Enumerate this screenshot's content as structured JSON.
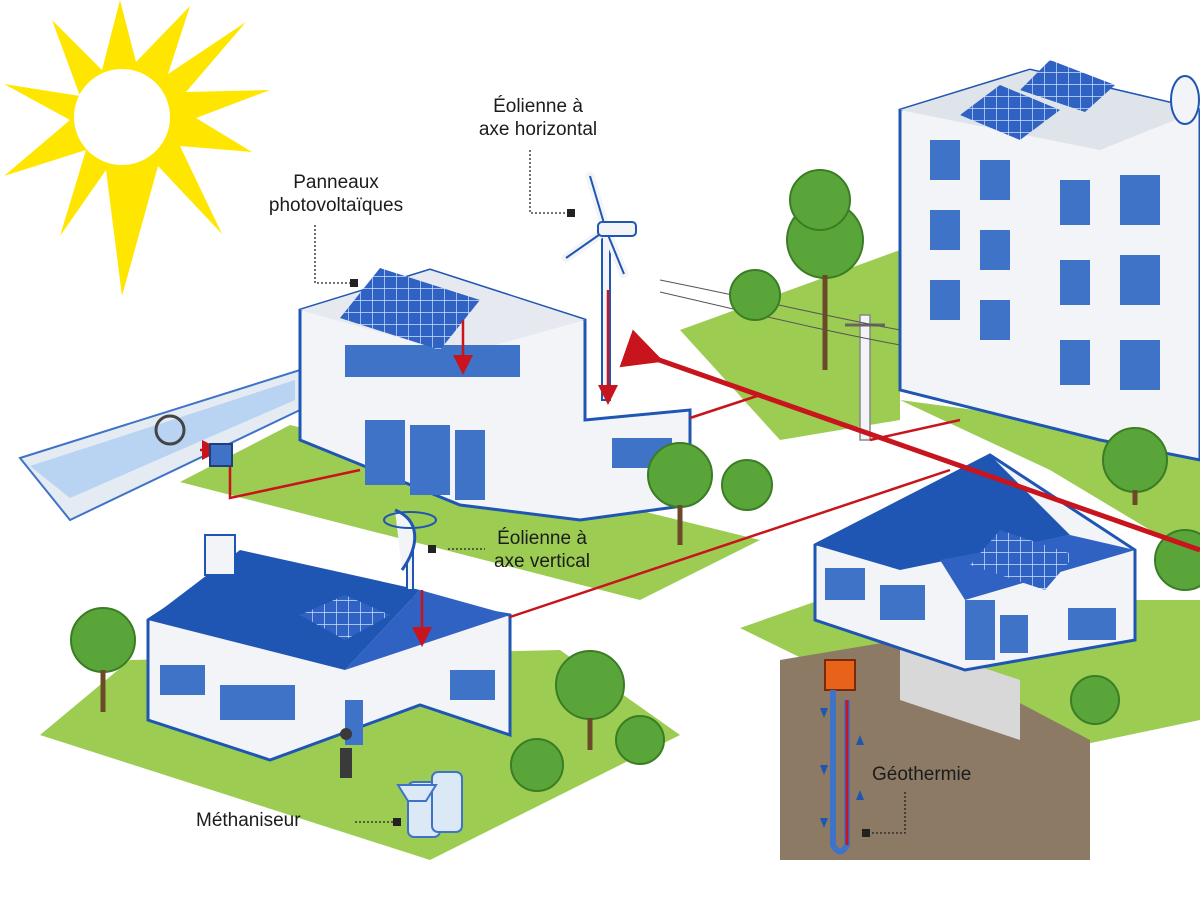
{
  "labels": {
    "pv": {
      "line1": "Panneaux",
      "line2": "photovoltaïques"
    },
    "wind_horizontal": {
      "line1": "Éolienne à",
      "line2": "axe horizontal"
    },
    "wind_vertical": {
      "line1": "Éolienne à",
      "line2": "axe vertical"
    },
    "methaniseur": "Méthaniseur",
    "geothermie": "Géothermie"
  },
  "icons": [
    "sun-icon",
    "solar-panel-icon",
    "wind-turbine-icon",
    "vertical-turbine-icon",
    "methanizer-tank-icon",
    "geothermal-probe-icon",
    "satellite-dish-icon",
    "power-pole-icon",
    "tree-icon"
  ],
  "colors": {
    "energy_flow": "#c8141c",
    "roof": "#1f56b3",
    "window": "#3f73c8",
    "lawn": "#9ccc52",
    "sun": "#ffe600",
    "wall": "#f2f4f7",
    "ground_cut": "#8c7a64"
  }
}
